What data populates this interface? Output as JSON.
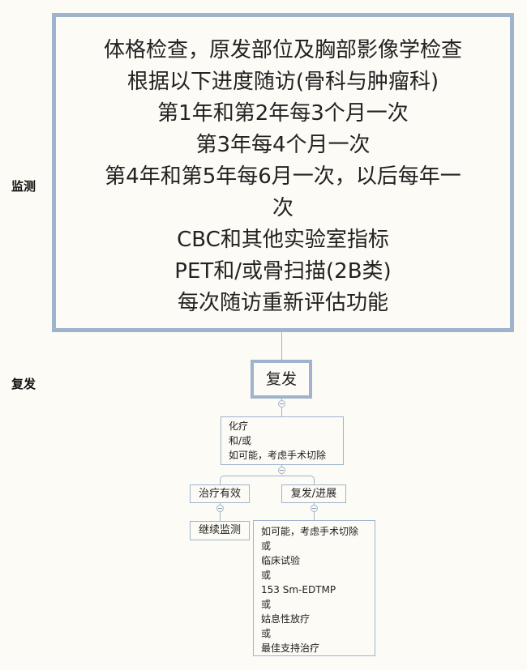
{
  "labels": {
    "monitoring": "监测",
    "recurrence": "复发"
  },
  "monitoring_box": {
    "lines": [
      "体格检查，原发部位及胸部影像学检查",
      "根据以下进度随访(骨科与肿瘤科)",
      "第1年和第2年每3个月一次",
      "第3年每4个月一次",
      "第4年和第5年每6月一次，以后每年一",
      "次",
      "CBC和其他实验室指标",
      "PET和/或骨扫描(2B类)",
      "每次随访重新评估功能"
    ]
  },
  "recurrence_node": "复发",
  "treatment_node": {
    "lines": [
      "化疗",
      "和/或",
      "如可能，考虑手术切除"
    ]
  },
  "branches": {
    "effective": "治疗有效",
    "progression": "复发/进展"
  },
  "continue_node": "继续监测",
  "progression_options": {
    "lines": [
      "如可能，考虑手术切除",
      "或",
      "临床试验",
      "或",
      "153 Sm-EDTMP",
      "或",
      "姑息性放疗",
      "或",
      "最佳支持治疗"
    ]
  },
  "colors": {
    "border": "#9fb4cc",
    "background": "#fdfbf5",
    "text": "#222222"
  }
}
